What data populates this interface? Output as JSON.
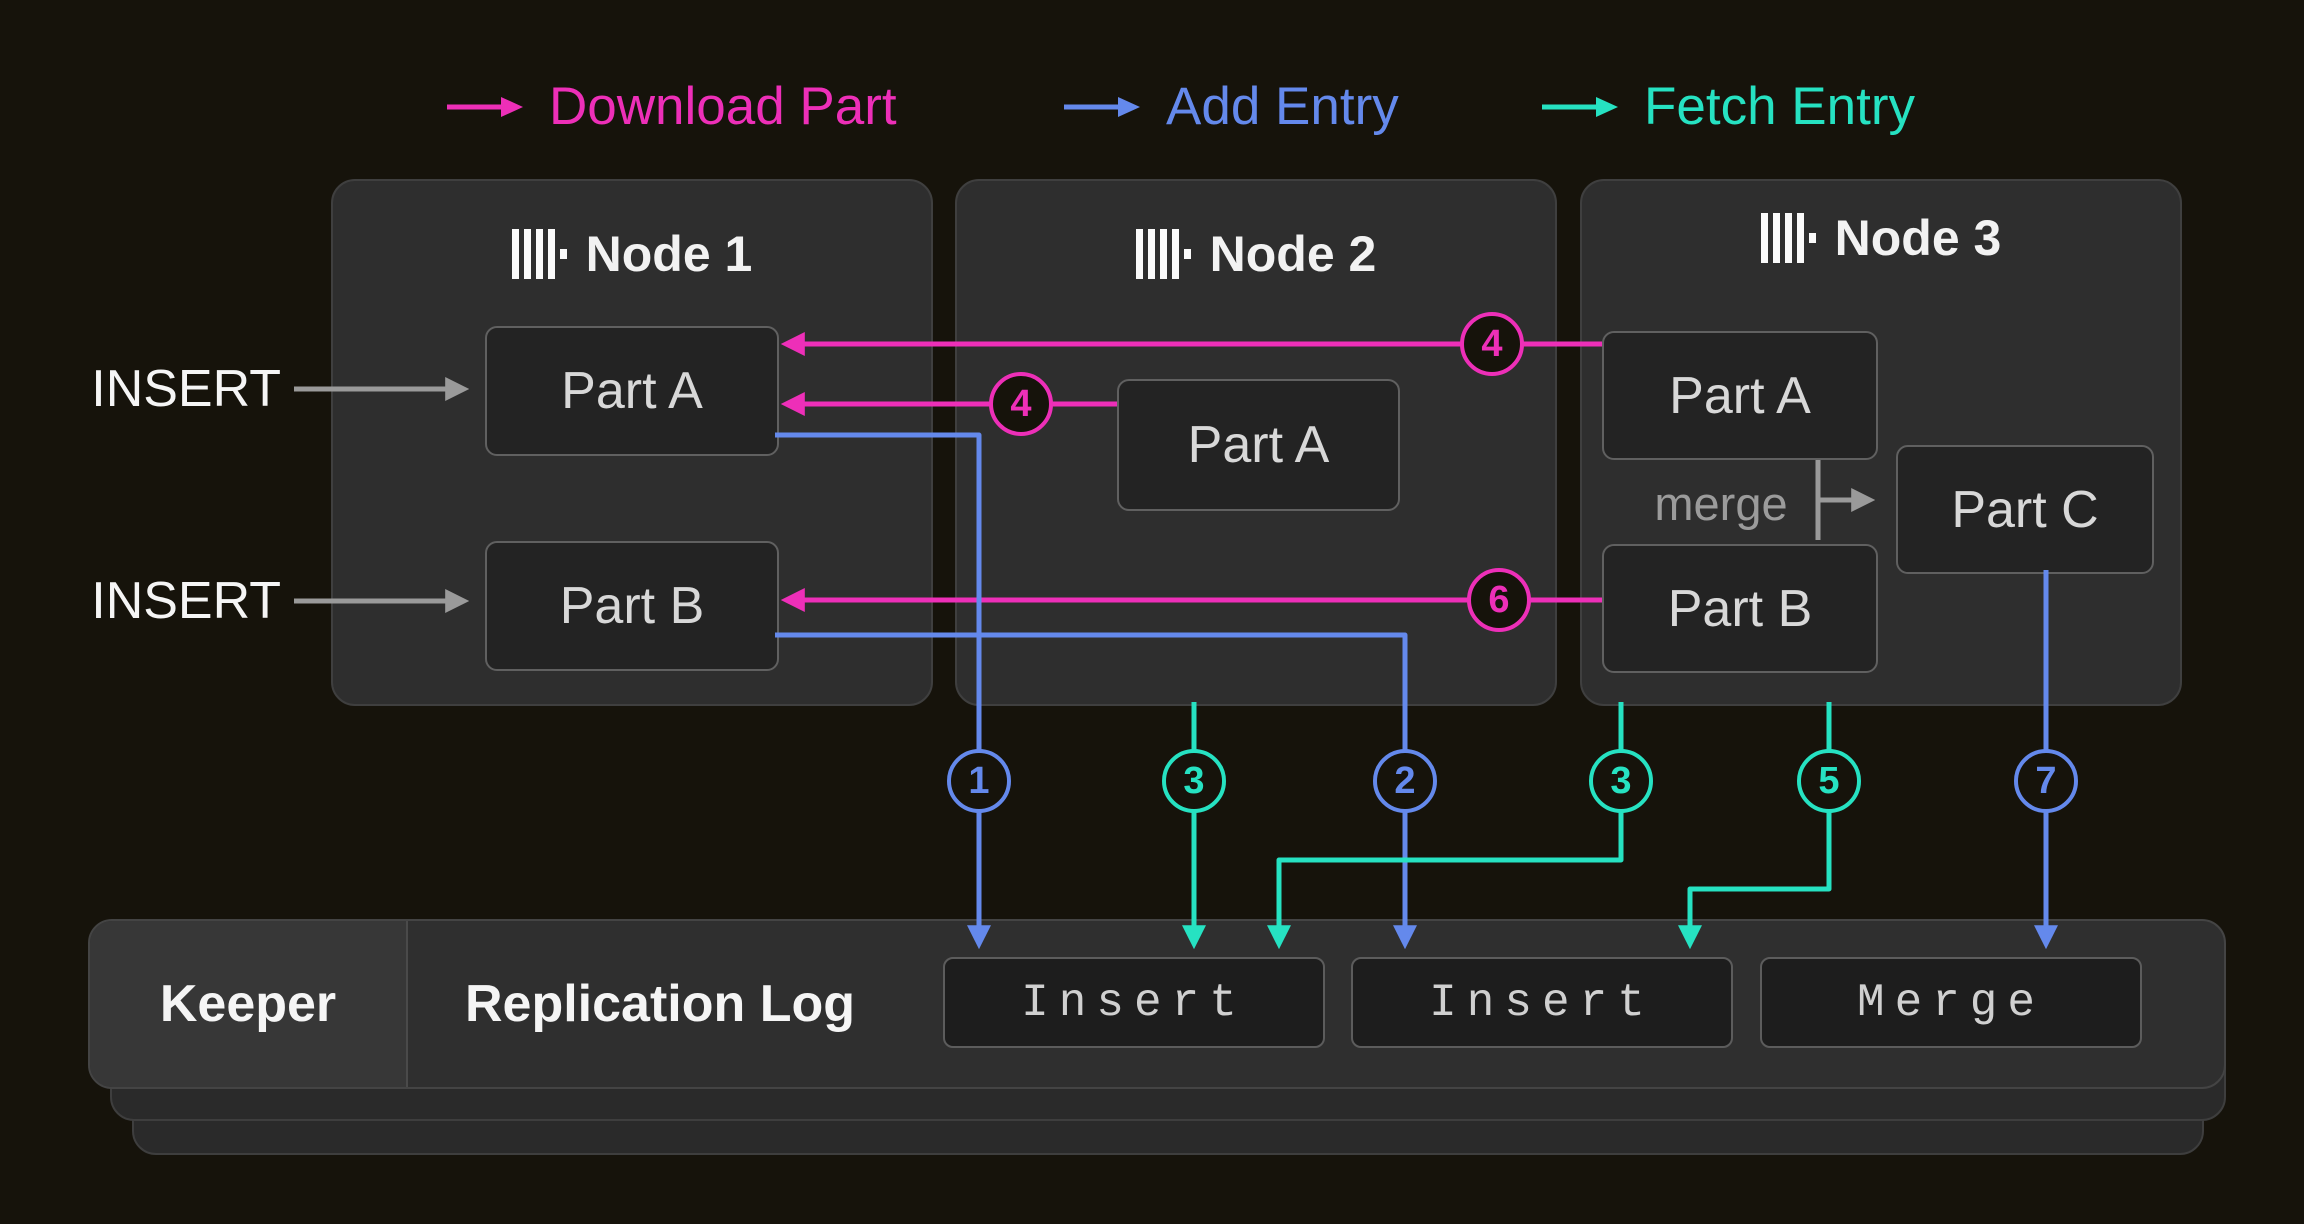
{
  "colors": {
    "download_part": "#ed2fb8",
    "add_entry": "#6489ec",
    "fetch_entry": "#26e2c2",
    "neutral_arrow": "#9a9a9a"
  },
  "legend": {
    "download_label": "Download Part",
    "add_label": "Add Entry",
    "fetch_label": "Fetch Entry"
  },
  "nodes": {
    "node1": {
      "title": "Node 1",
      "parts": {
        "a": "Part A",
        "b": "Part B"
      }
    },
    "node2": {
      "title": "Node 2",
      "parts": {
        "a": "Part A"
      }
    },
    "node3": {
      "title": "Node 3",
      "parts": {
        "a": "Part A",
        "b": "Part B",
        "c": "Part C"
      },
      "merge_label": "merge"
    }
  },
  "insert_label_top": "INSERT",
  "insert_label_bottom": "INSERT",
  "badges": {
    "download_4_from_node3": "4",
    "download_4_from_node2": "4",
    "download_6": "6",
    "add_1": "1",
    "fetch_3_node2": "3",
    "add_2": "2",
    "fetch_3_node3": "3",
    "fetch_5": "5",
    "add_7": "7"
  },
  "log": {
    "keeper": "Keeper",
    "title": "Replication Log",
    "entries": [
      "Insert",
      "Insert",
      "Merge"
    ]
  }
}
